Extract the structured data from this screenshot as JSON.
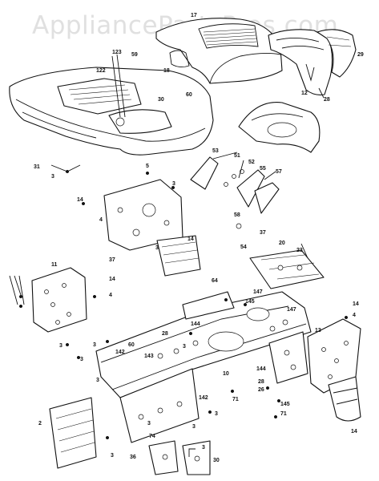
{
  "watermark": "AppliancePartsPros.com",
  "callouts": [
    "17",
    "29",
    "123",
    "59",
    "122",
    "18",
    "30",
    "12",
    "28",
    "60",
    "31",
    "3",
    "5",
    "53",
    "51",
    "52",
    "55",
    "57",
    "14",
    "3",
    "4",
    "58",
    "54",
    "20",
    "23",
    "37",
    "14",
    "11",
    "14",
    "4",
    "3",
    "64",
    "37",
    "147",
    "145",
    "147",
    "14",
    "4",
    "13",
    "28",
    "144",
    "3",
    "60",
    "3",
    "142",
    "143",
    "3",
    "3",
    "3",
    "144",
    "28",
    "26",
    "10",
    "71",
    "145",
    "71",
    "142",
    "3",
    "2",
    "3",
    "74",
    "3",
    "36",
    "30",
    "14",
    "3",
    "3"
  ]
}
